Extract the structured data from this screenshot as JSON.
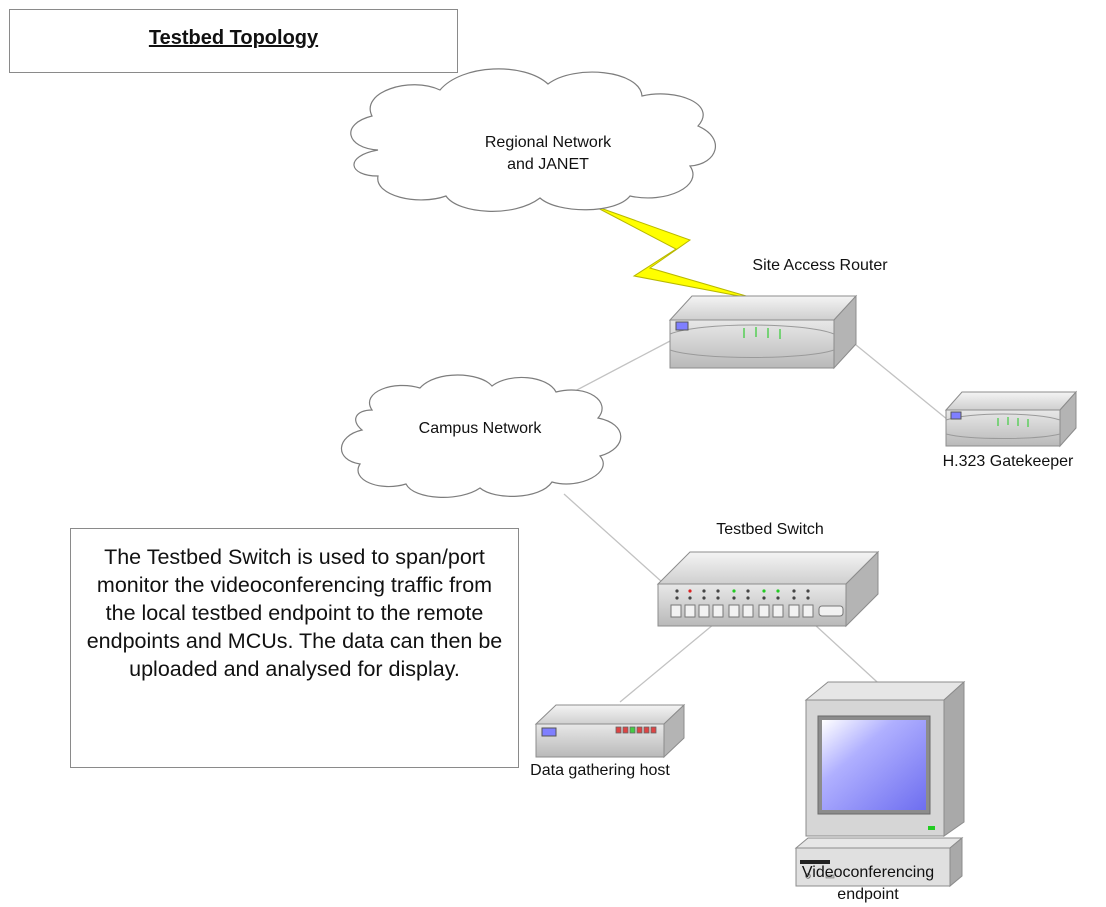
{
  "title": "Testbed Topology",
  "nodes": {
    "regional_network": {
      "label_line1": "Regional Network",
      "label_line2": "and JANET"
    },
    "site_access_router": {
      "label": "Site Access Router"
    },
    "h323_gatekeeper": {
      "label": "H.323 Gatekeeper"
    },
    "campus_network": {
      "label": "Campus Network"
    },
    "testbed_switch": {
      "label": "Testbed Switch"
    },
    "data_gathering_host": {
      "label": "Data gathering host"
    },
    "videoconferencing_endpoint": {
      "label_line1": "Videoconferencing",
      "label_line2": "endpoint"
    }
  },
  "note": "The Testbed Switch is used to span/port monitor the videoconferencing traffic from the local testbed endpoint to the remote endpoints and MCUs. The data can then be uploaded and analysed for display.",
  "colors": {
    "link": "#bdbdbd",
    "lightning": "#ffff00",
    "device_body": "#d9d9d9",
    "screen": "#7f7fff",
    "led_green": "#22cc22",
    "led_red": "#dd2222"
  }
}
